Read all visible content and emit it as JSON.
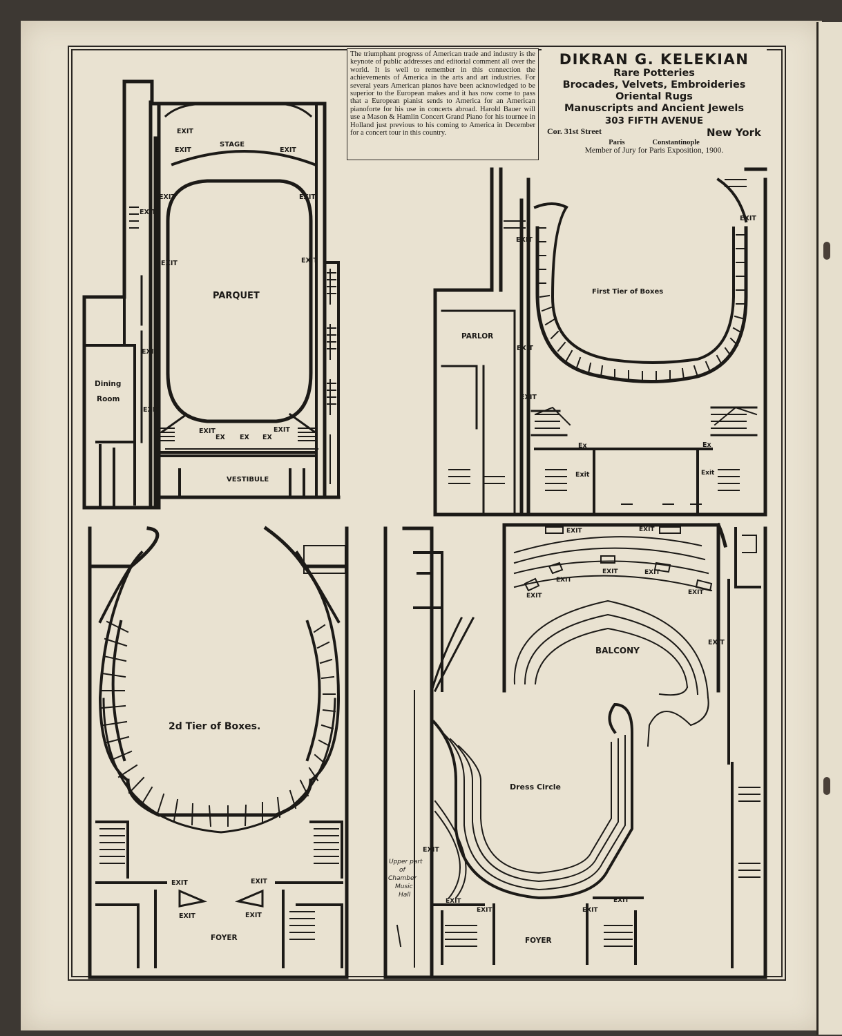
{
  "advertisement_blurb": "The triumphant progress of American trade and industry is the keynote of public addresses and editorial comment all over the world. It is well to remember in this connection the achievements of America in the arts and art industries. For several years American pianos have been acknowledged to be superior to the European makes and it has now come to pass that a European pianist sends to America for an American pianoforte for his use in concerts abroad. Harold Bauer will use a Mason & Hamlin Concert Grand Piano for his tournee in Holland just previous to his coming to America in December for a concert tour in this country.",
  "ad": {
    "name": "DIKRAN G. KELEKIAN",
    "line1": "Rare Potteries",
    "line2": "Brocades, Velvets, Embroideries",
    "line3": "Oriental Rugs",
    "line4": "Manuscripts and Ancient Jewels",
    "address": "303 FIFTH AVENUE",
    "street": "Cor. 31st Street",
    "city": "New York",
    "branch1": "Paris",
    "branch2": "Constantinople",
    "jury": "Member of Jury for Paris Exposition, 1900."
  },
  "plans": {
    "parquet": {
      "stage": "STAGE",
      "title": "PARQUET",
      "dining": "Dining",
      "room": "Room",
      "vestibule": "VESTIBULE",
      "exit": "EXIT",
      "ex": "EX"
    },
    "first_tier": {
      "title": "First Tier of Boxes",
      "parlor": "PARLOR",
      "exit": "EXIT",
      "ex": "Ex",
      "exit_small": "Exit"
    },
    "second_tier": {
      "title": "2d Tier of Boxes.",
      "foyer": "FOYER",
      "exit": "EXIT"
    },
    "balcony": {
      "title": "BALCONY",
      "dress_circle": "Dress Circle",
      "foyer": "FOYER",
      "exit": "EXIT",
      "chamber1": "Upper part",
      "chamber2": "of",
      "chamber3": "Chamber",
      "chamber4": "Music",
      "chamber5": "Hall"
    }
  }
}
